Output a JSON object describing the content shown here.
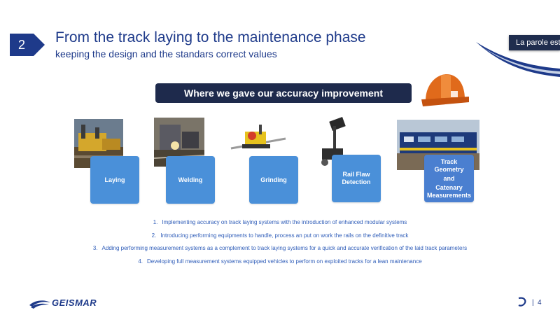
{
  "header": {
    "section_number": "2",
    "title": "From the track laying to the maintenance phase",
    "subtitle": "keeping the design and the standars correct values",
    "tag_label": "La parole est"
  },
  "banner": {
    "label": "Where we gave our accuracy improvement"
  },
  "phases": [
    {
      "label": "Laying",
      "photo": "laying-machine-photo"
    },
    {
      "label": "Welding",
      "photo": "welding-photo"
    },
    {
      "label": "Grinding",
      "photo": "grinding-machine-photo"
    },
    {
      "label": "Rail Flaw Detection",
      "photo": "rail-flaw-detector-photo"
    },
    {
      "label_lines": [
        "Track",
        "Geometry",
        "and",
        "Catenary",
        "Measurements"
      ],
      "photo": "measurement-train-photo"
    }
  ],
  "list": [
    {
      "num": "1.",
      "text": "Implementing accuracy on track laying systems with the introduction of enhanced modular systems"
    },
    {
      "num": "2.",
      "text": "Introducing performing equipments to handle, process an put on work the rails on the definitive track"
    },
    {
      "num": "3.",
      "text": "Adding performing measurement systems as a complement to track laying systems for a quick and accurate verification of the laid track parameters"
    },
    {
      "num": "4.",
      "text": "Developing full measurement systems equipped vehicles to perform on exploited tracks for a lean maintenance"
    }
  ],
  "footer": {
    "logo_text": "GEISMAR",
    "page_separator": "|",
    "page_number": "4"
  },
  "colors": {
    "title": "#1e3a8a",
    "box": "#4a90d9",
    "banner": "#1e2a4c",
    "list": "#2e5cb8",
    "helmet": "#e06a1b"
  },
  "icons": {
    "helmet": "hard-hat-icon",
    "page": "geismar-mark-icon"
  }
}
